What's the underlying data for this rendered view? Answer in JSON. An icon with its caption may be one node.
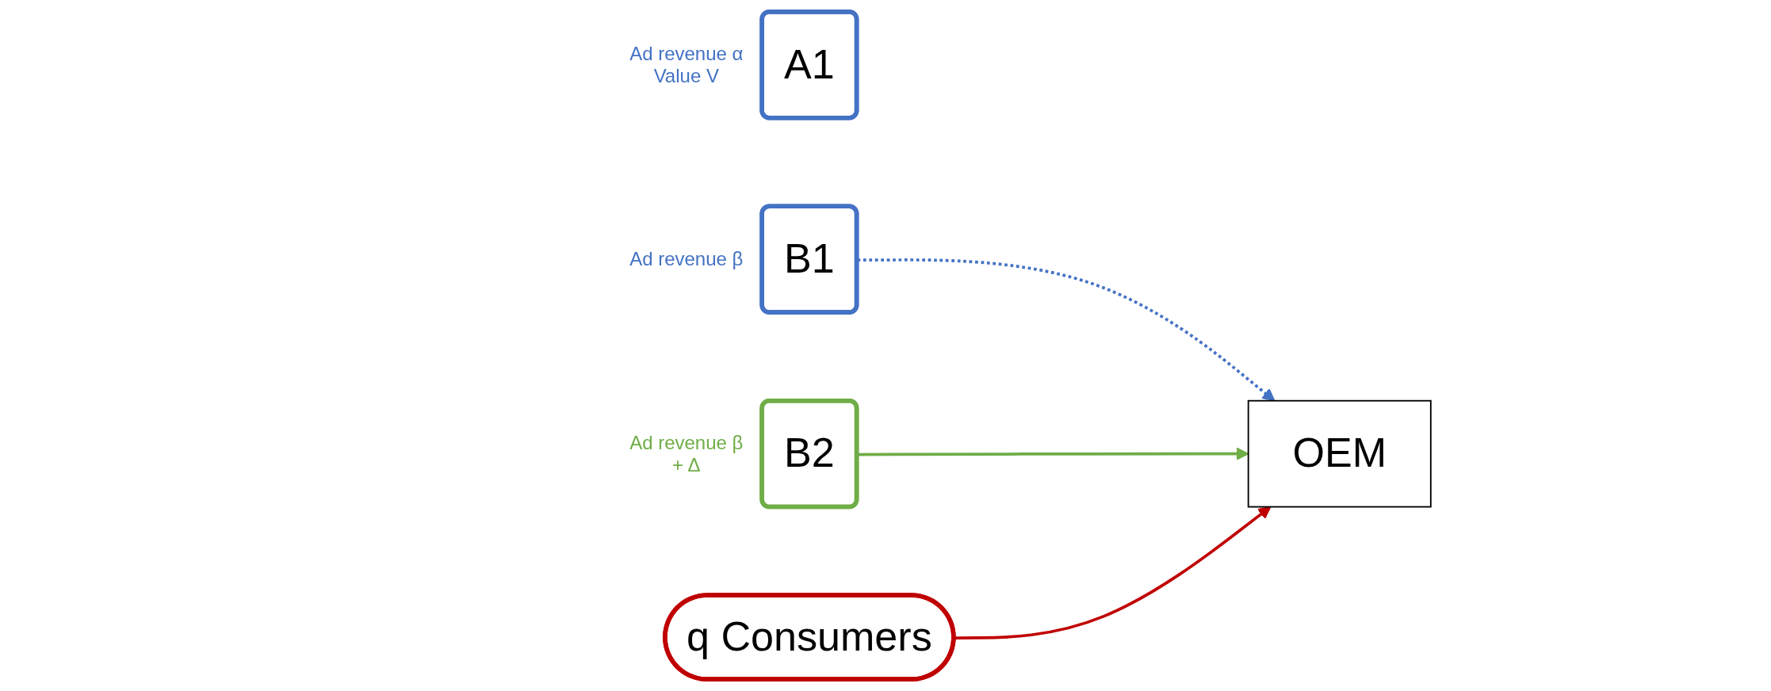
{
  "diagram": {
    "nodes": [
      {
        "text": [
          "A1"
        ],
        "beside": [
          "Ad revenue α Value V"
        ]
      },
      {
        "text": [
          "B1"
        ],
        "beside": [
          "Ad revenue β"
        ]
      },
      {
        "text": [
          "B2"
        ],
        "beside": [
          "Ad revenue β + Δ"
        ]
      },
      {
        "text": [
          "OEM"
        ]
      },
      {
        "text": [
          "q Consumers"
        ]
      }
    ],
    "edges": [
      {
        "from": 1,
        "to": 3,
        "arrow": "to",
        "style": "dashed",
        "color": "#4472c4"
      },
      {
        "from": 2,
        "to": 3,
        "arrow": "to",
        "color": "#70ad47"
      },
      {
        "from": 4,
        "to": 3,
        "arrow": "to",
        "color": "#c00000"
      }
    ]
  }
}
